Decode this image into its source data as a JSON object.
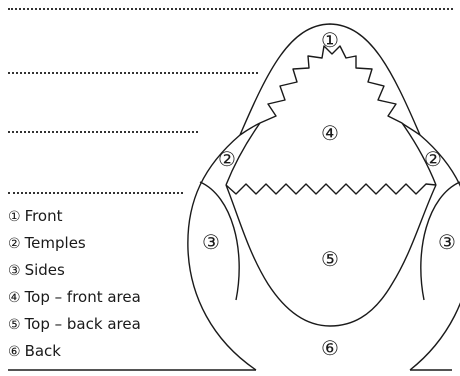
{
  "regions": [
    {
      "id": "1",
      "marker": "①",
      "name": "Front"
    },
    {
      "id": "2",
      "marker": "②",
      "name": "Temples"
    },
    {
      "id": "3",
      "marker": "③",
      "name": "Sides"
    },
    {
      "id": "4",
      "marker": "④",
      "name": "Top – front area"
    },
    {
      "id": "5",
      "marker": "⑤",
      "name": "Top – back area"
    },
    {
      "id": "6",
      "marker": "⑥",
      "name": "Back"
    }
  ],
  "colors": {
    "line": "#1a1a1a",
    "background": "#ffffff"
  }
}
